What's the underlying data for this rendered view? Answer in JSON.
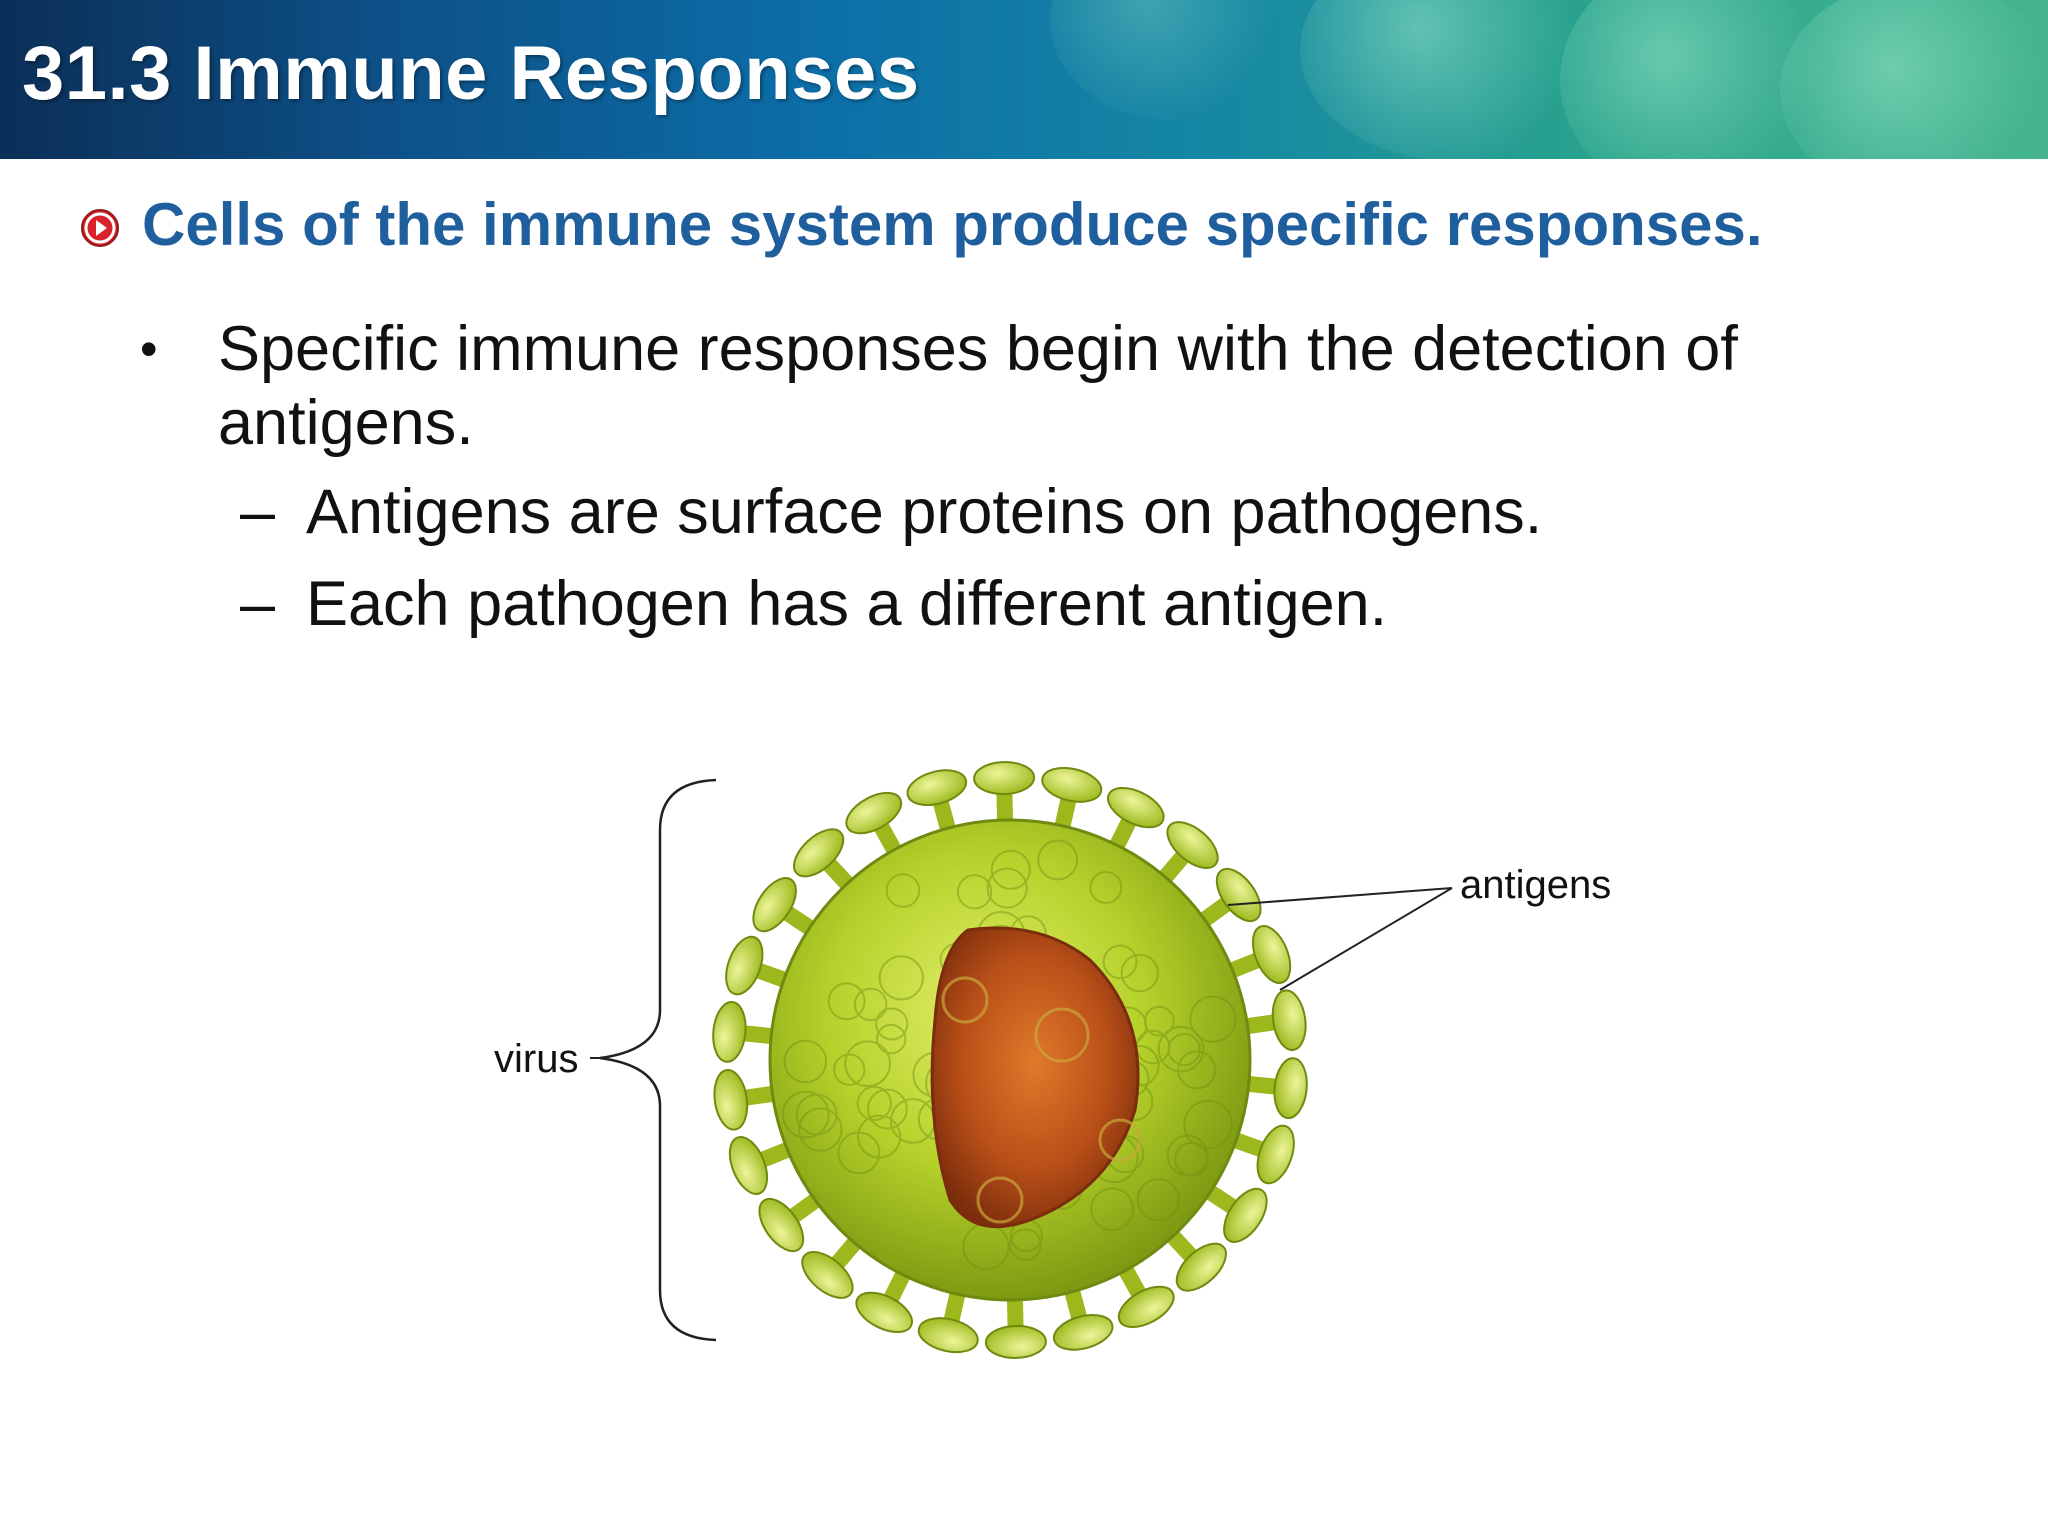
{
  "slide": {
    "title": "31.3 Immune Responses",
    "subheading": "Cells of the immune system produce specific responses.",
    "bullet": "Specific immune responses begin with the detection of antigens.",
    "sub_bullets": [
      "Antigens are surface proteins on pathogens.",
      "Each pathogen has a different antigen."
    ],
    "bullet_marker": "•",
    "dash_marker": "–"
  },
  "figure": {
    "label_virus": "virus",
    "label_antigens": "antigens"
  },
  "colors": {
    "subheading": "#1f5f9e",
    "virus_green": "#a8c81e",
    "virus_core": "#b4501a"
  }
}
